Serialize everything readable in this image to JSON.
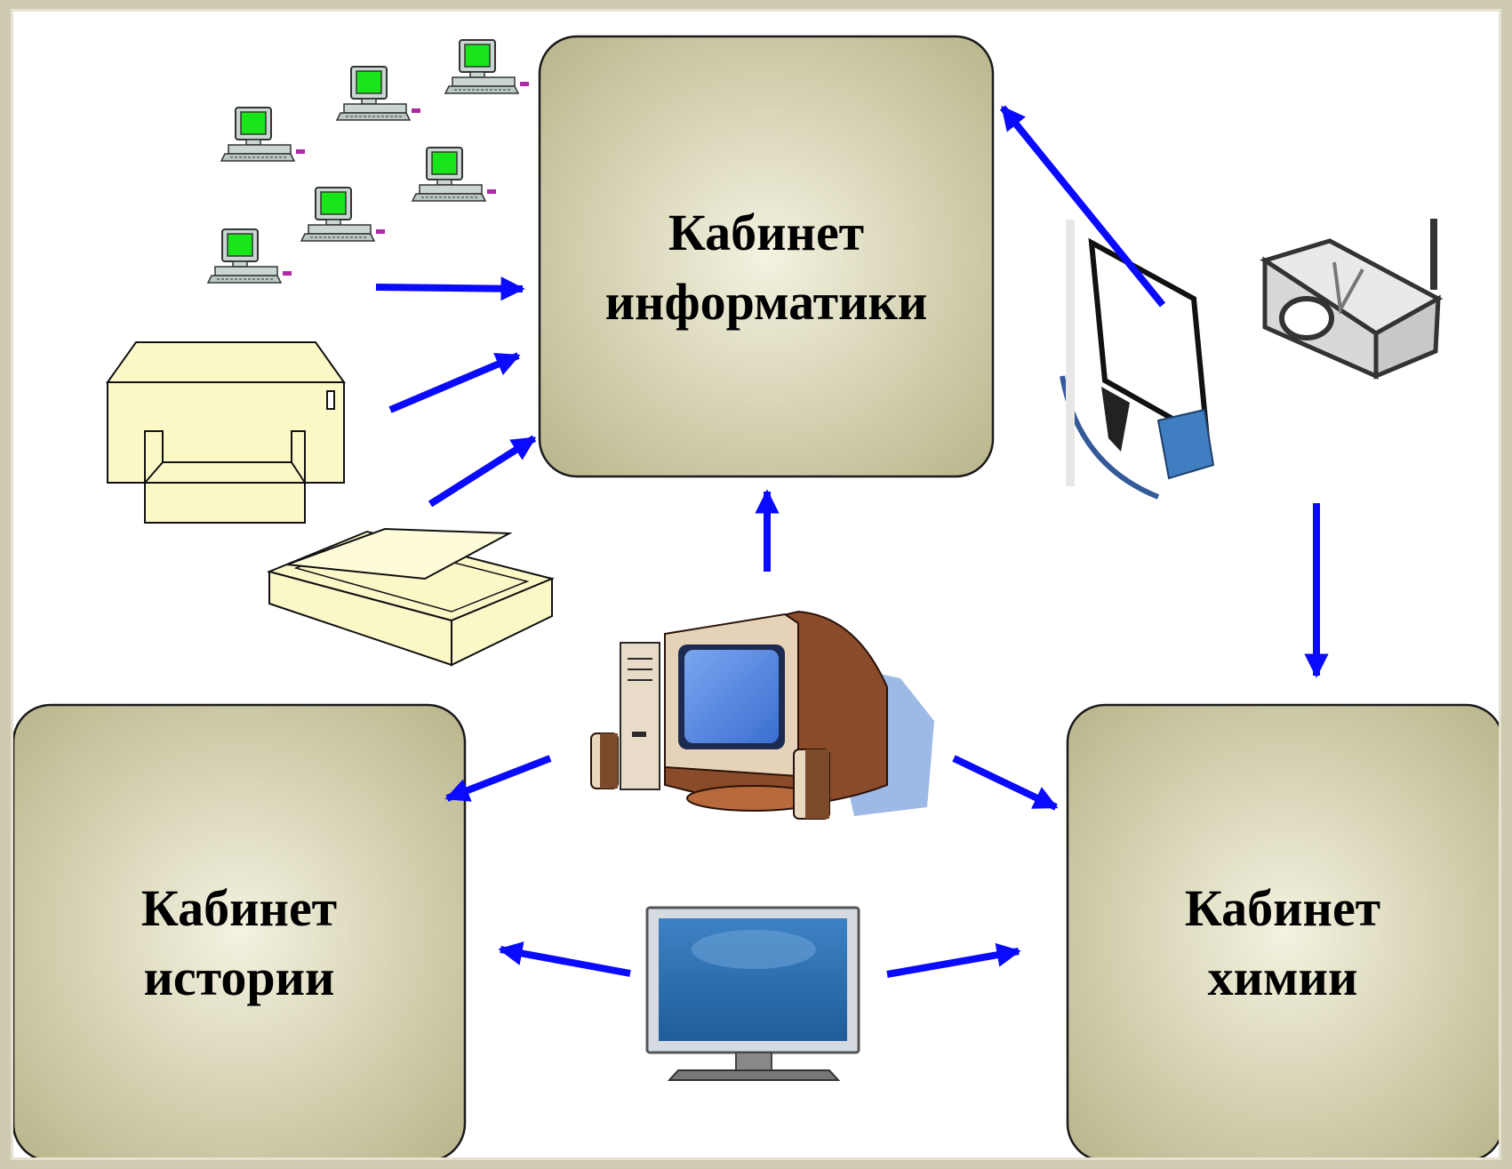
{
  "rooms": {
    "informatics": {
      "line1": "Кабинет",
      "line2": "информатики"
    },
    "history": {
      "line1": "Кабинет",
      "line2": "истории"
    },
    "chemistry": {
      "line1": "Кабинет",
      "line2": "химии"
    }
  },
  "colors": {
    "arrow": "#0a0aff",
    "room_fill_center": "#f3f1dd",
    "room_fill_edge": "#bdb88e",
    "screen_green": "#19e619",
    "crt_blue": "#5a8de6",
    "tv_blue": "#2d6fb0"
  },
  "icons": [
    "network-computer-icon",
    "printer-icon",
    "scanner-icon",
    "interactive-whiteboard-icon",
    "projector-icon",
    "desktop-computer-icon",
    "flat-tv-icon"
  ]
}
